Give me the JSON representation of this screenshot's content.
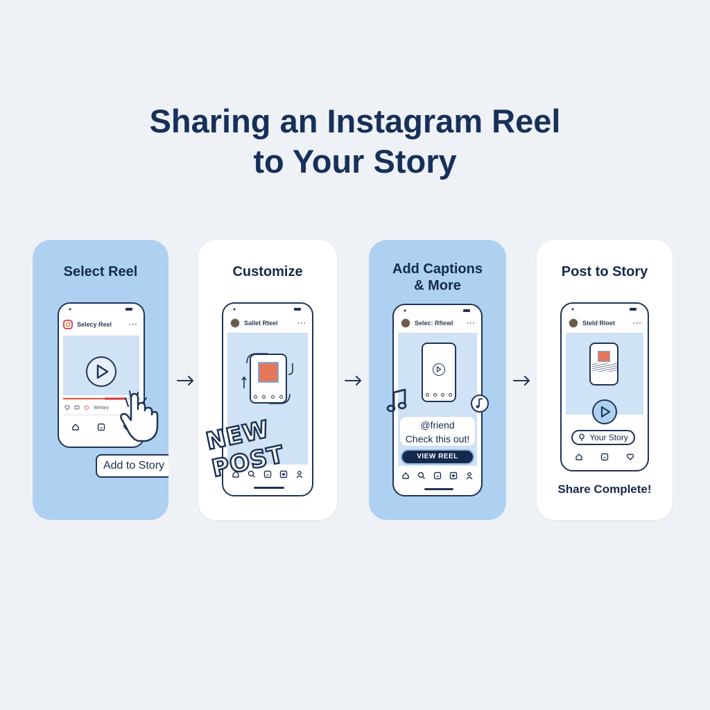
{
  "title": {
    "line1": "Sharing an Instagram Reel",
    "line2": "to Your Story"
  },
  "steps": [
    {
      "label": "Select Reel",
      "phone_header": "Selecy Reel",
      "stats_text": "Wetary",
      "button": "Add to Story"
    },
    {
      "label": "Customize",
      "phone_header": "Sallet Rteel",
      "sticker": "NEW POST"
    },
    {
      "label_line1": "Add Captions",
      "label_line2": "& More",
      "phone_header": "Selec: Rfiewl",
      "caption_line1": "@friend",
      "caption_line2": "Check this out!",
      "view_button": "VIEW REEL"
    },
    {
      "label": "Post to Story",
      "phone_header": "Steld Rloet",
      "story_button": "Your Story",
      "footer": "Share Complete!"
    }
  ],
  "colors": {
    "title": "#16305a",
    "card_blue": "#afd1f1",
    "card_white": "#ffffff",
    "outline": "#1f3355",
    "accent_red": "#e0503a"
  },
  "icons": [
    "instagram-icon",
    "play-icon",
    "hand-pointer-icon",
    "music-note-icon",
    "home-icon",
    "search-icon",
    "reels-icon",
    "heart-icon",
    "profile-icon",
    "arrow-right-icon"
  ]
}
